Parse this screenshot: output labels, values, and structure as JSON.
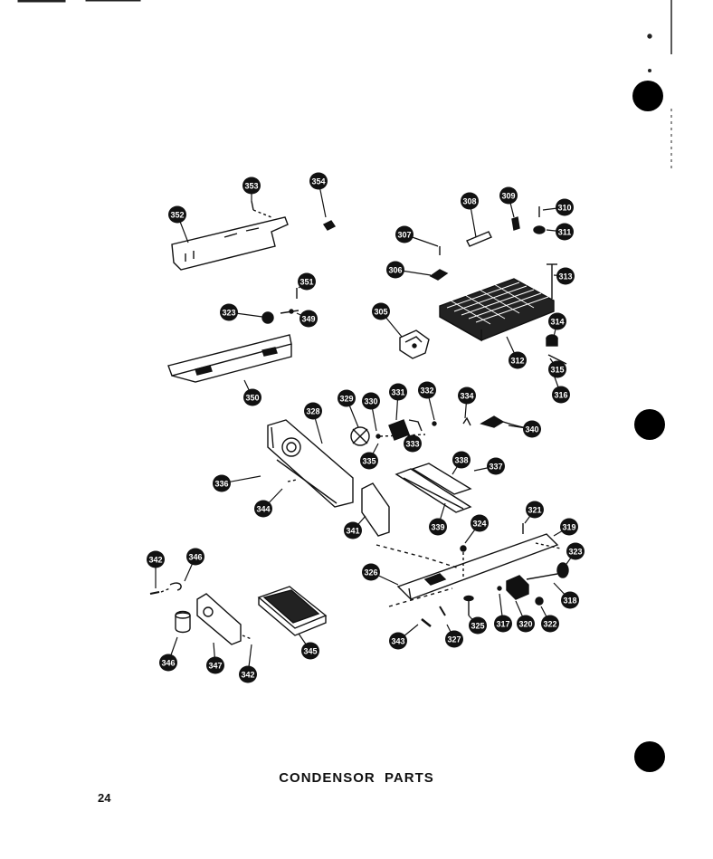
{
  "caption": "CONDENSOR  PARTS",
  "page_number": "24",
  "colors": {
    "ink": "#111111",
    "paper": "#ffffff"
  },
  "callouts": [
    "353",
    "354",
    "352",
    "308",
    "309",
    "310",
    "311",
    "307",
    "306",
    "313",
    "351",
    "323",
    "349",
    "305",
    "314",
    "312",
    "315",
    "316",
    "350",
    "329",
    "330",
    "331",
    "332",
    "334",
    "328",
    "333",
    "340",
    "335",
    "338",
    "337",
    "336",
    "344",
    "341",
    "339",
    "324",
    "321",
    "319",
    "342",
    "346",
    "323",
    "326",
    "318",
    "317",
    "320",
    "322",
    "325",
    "327",
    "343",
    "342",
    "347",
    "345",
    "346"
  ]
}
